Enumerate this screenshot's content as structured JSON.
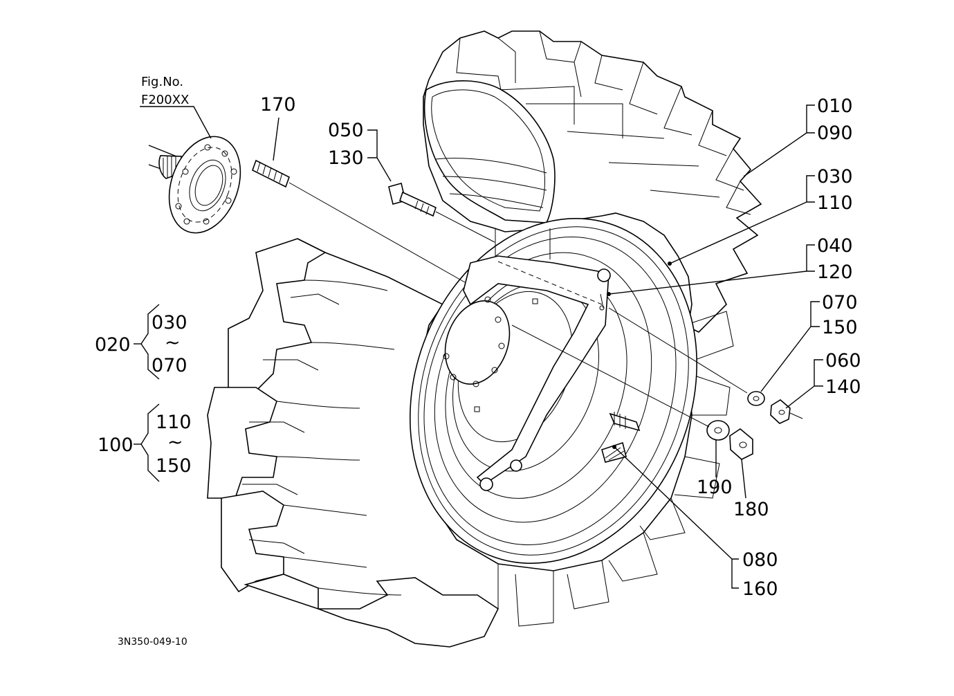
{
  "figure": {
    "fig_label": "Fig.No.",
    "fig_code": "F200XX",
    "drawing_code": "3N350-049-10"
  },
  "callouts": {
    "c010": "010",
    "c090": "090",
    "c030": "030",
    "c110": "110",
    "c040": "040",
    "c120": "120",
    "c070": "070",
    "c150": "150",
    "c060": "060",
    "c140": "140",
    "c190": "190",
    "c180": "180",
    "c080": "080",
    "c160": "160",
    "c050": "050",
    "c130": "130",
    "c170": "170"
  },
  "groups": {
    "g020": {
      "label": "020",
      "from": "030",
      "tilde": "~",
      "to": "070"
    },
    "g100": {
      "label": "100",
      "from": "110",
      "tilde": "~",
      "to": "150"
    }
  }
}
